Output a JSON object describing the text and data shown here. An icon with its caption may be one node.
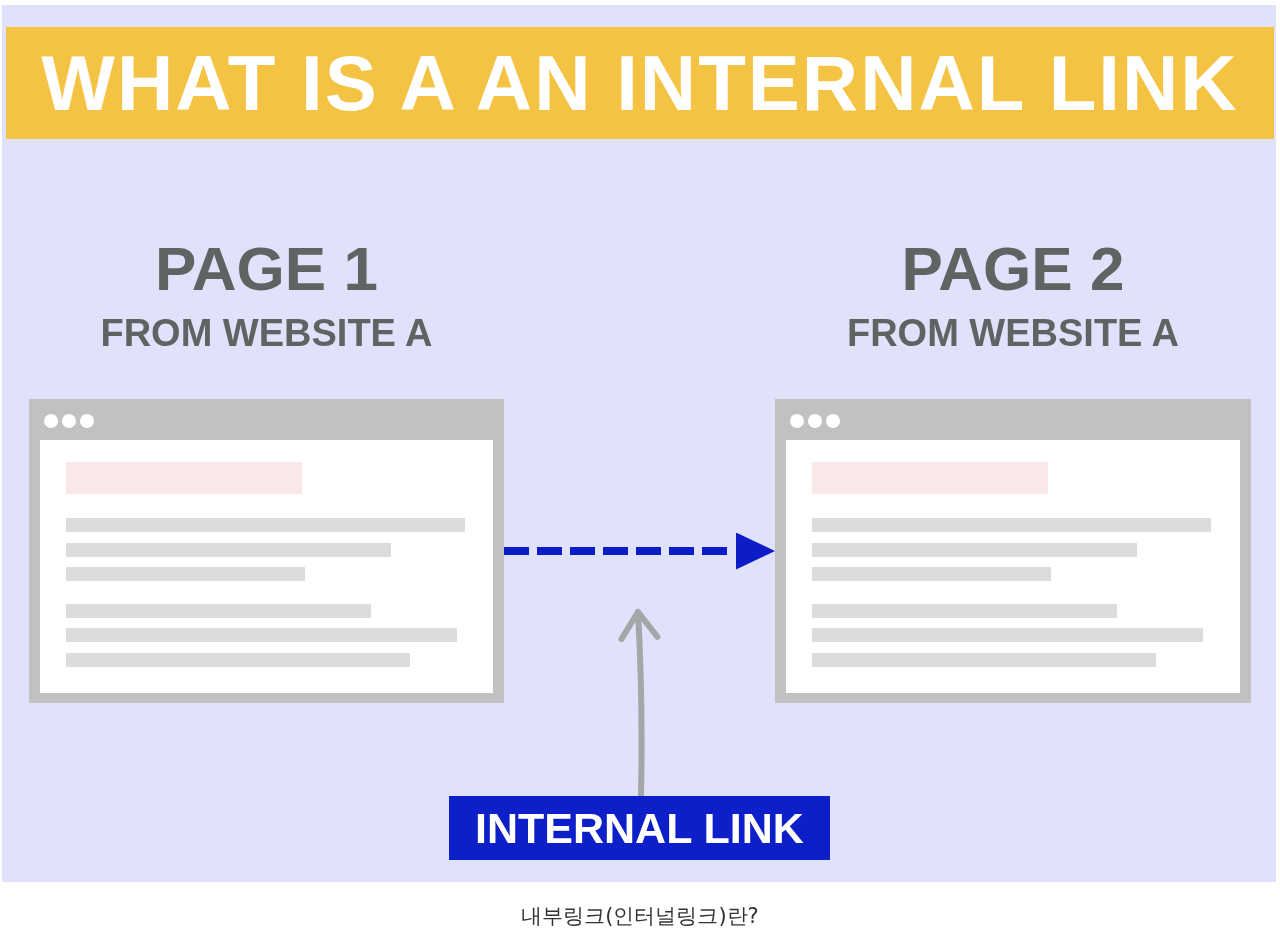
{
  "diagram": {
    "title": "WHAT IS A AN INTERNAL LINK",
    "nodes": [
      {
        "text": [
          "PAGE 1",
          "FROM WEBSITE A"
        ]
      },
      {
        "text": [
          "PAGE 2",
          "FROM WEBSITE A"
        ]
      },
      {
        "text": [
          "INTERNAL LINK"
        ]
      }
    ],
    "edges": [
      {
        "from": 0,
        "to": 1,
        "arrow": "to",
        "style": "dashed",
        "color": "#0c1dc7"
      },
      {
        "from": 2,
        "to": null,
        "arrow": "to",
        "color": "#a3a7a8"
      }
    ],
    "caption": "내부링크(인터널링크)란?"
  }
}
